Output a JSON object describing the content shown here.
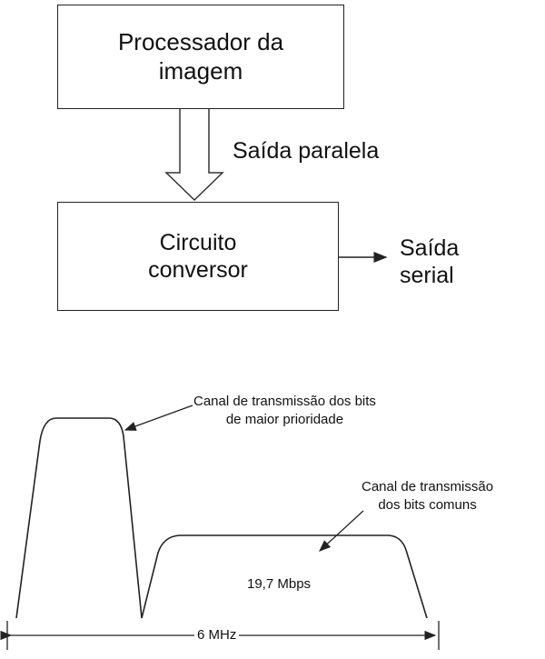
{
  "blocks": {
    "processor_line1": "Processador da",
    "processor_line2": "imagem",
    "converter_line1": "Circuito",
    "converter_line2": "conversor"
  },
  "labels": {
    "parallel_output": "Saída paralela",
    "serial_output_line1": "Saída",
    "serial_output_line2": "serial"
  },
  "spectrum": {
    "priority_channel_line1": "Canal de transmissão dos bits",
    "priority_channel_line2": "de maior prioridade",
    "common_channel_line1": "Canal de transmissão",
    "common_channel_line2": "dos bits comuns",
    "bit_rate": "19,7 Mbps",
    "bandwidth": "6 MHz"
  }
}
